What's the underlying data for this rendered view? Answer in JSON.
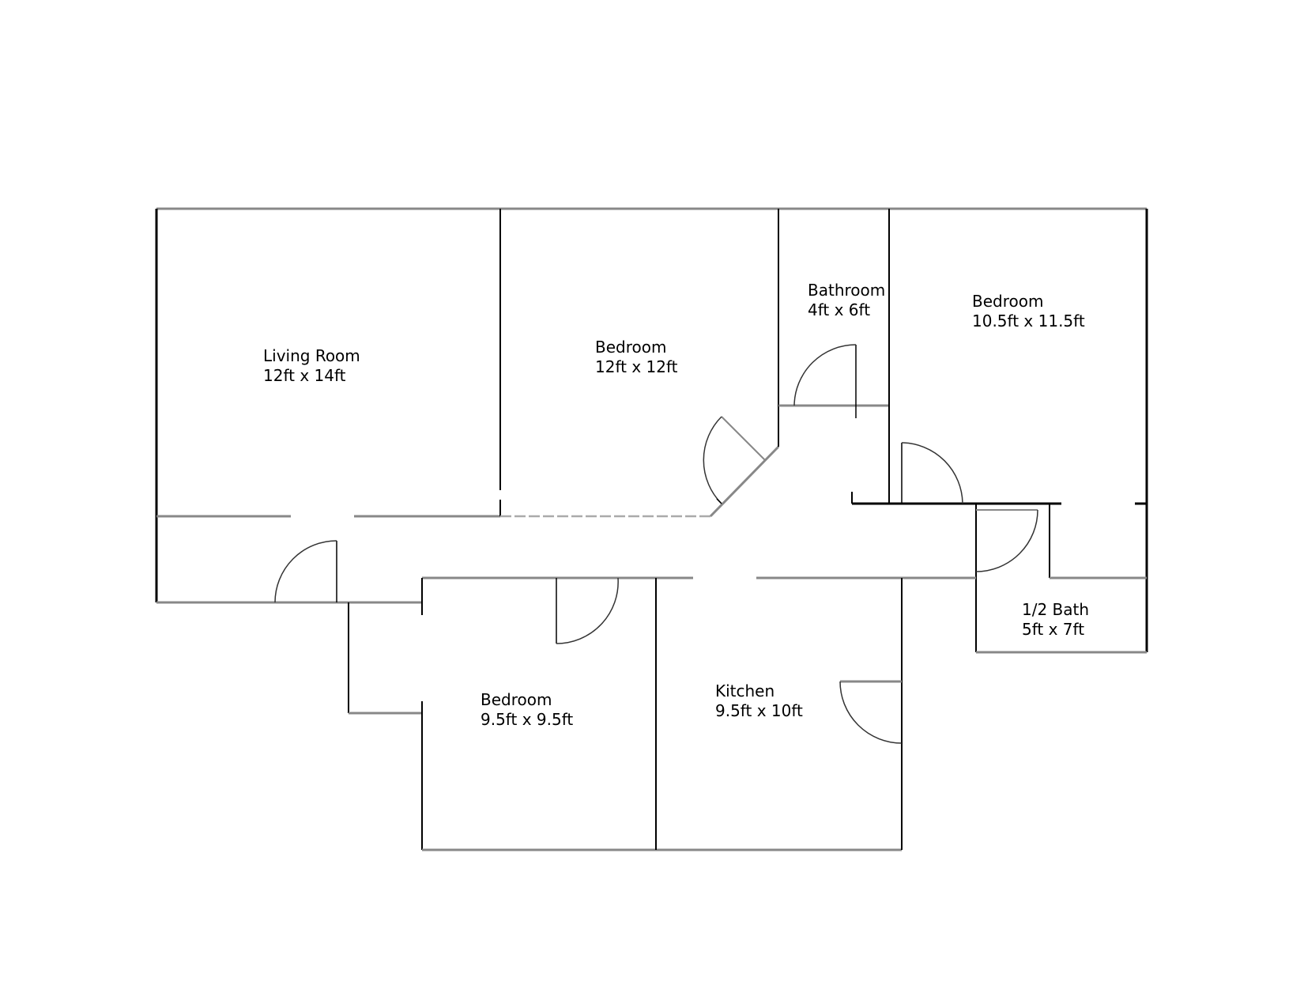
{
  "floor_plan": {
    "rooms": [
      {
        "id": "living-room",
        "name": "Living Room",
        "dimensions": "12ft x 14ft"
      },
      {
        "id": "bedroom-1",
        "name": "Bedroom",
        "dimensions": "12ft x 12ft"
      },
      {
        "id": "bathroom",
        "name": "Bathroom",
        "dimensions": "4ft x 6ft"
      },
      {
        "id": "bedroom-2",
        "name": "Bedroom",
        "dimensions": "10.5ft x 11.5ft"
      },
      {
        "id": "half-bath",
        "name": "1/2 Bath",
        "dimensions": "5ft x 7ft"
      },
      {
        "id": "bedroom-3",
        "name": "Bedroom",
        "dimensions": "9.5ft x 9.5ft"
      },
      {
        "id": "kitchen",
        "name": "Kitchen",
        "dimensions": "9.5ft x 10ft"
      }
    ],
    "colors": {
      "background": "#ffffff",
      "wall": "#888888",
      "wall_dark": "#000000",
      "text": "#000000"
    }
  }
}
